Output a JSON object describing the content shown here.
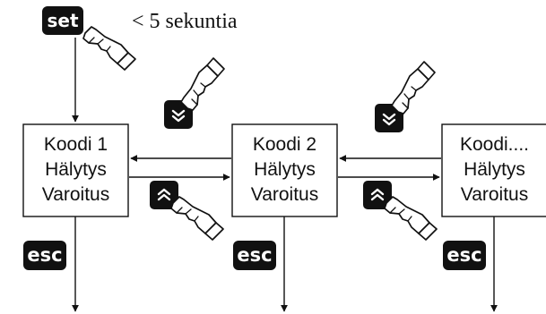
{
  "keys": {
    "set": "set",
    "esc": "esc"
  },
  "timing_note": "< 5 sekuntia",
  "boxes": [
    {
      "line1": "Koodi 1",
      "line2": "Hälytys",
      "line3": "Varoitus"
    },
    {
      "line1": "Koodi 2",
      "line2": "Hälytys",
      "line3": "Varoitus"
    },
    {
      "line1": "Koodi....",
      "line2": "Hälytys",
      "line3": "Varoitus"
    }
  ],
  "icons": {
    "down": "double-chevron-down-icon",
    "up": "double-chevron-up-icon",
    "hand": "pressing-hand-icon"
  },
  "colors": {
    "ink": "#111111",
    "key_fill": "#111111",
    "key_text": "#ffffff",
    "background": "#ffffff"
  }
}
